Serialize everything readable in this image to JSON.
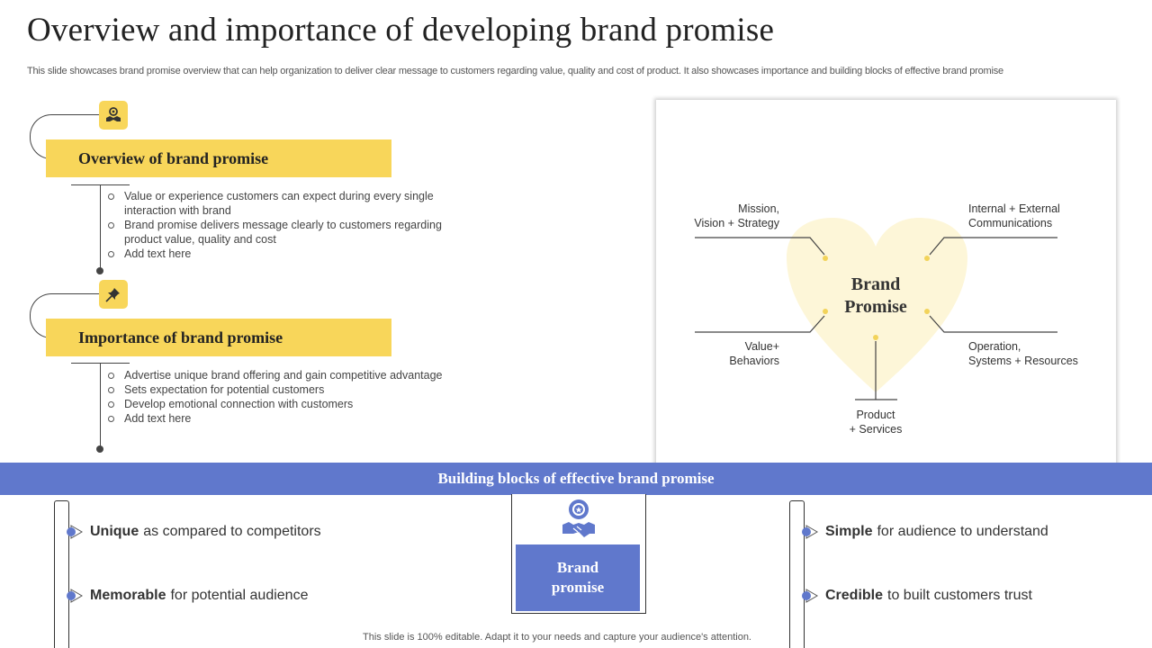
{
  "title": "Overview and importance of developing brand promise",
  "subtitle": "This slide showcases brand promise overview that can help organization to deliver clear message to customers regarding value, quality and cost of product. It also showcases importance and building blocks of effective brand promise",
  "sections": [
    {
      "icon": "handshake-gear-icon",
      "heading": "Overview of brand promise",
      "bullets": [
        "Value or experience customers can expect during every single interaction with brand",
        "Brand promise delivers message clearly to customers regarding product value, quality and cost",
        "Add text here"
      ]
    },
    {
      "icon": "pushpin-icon",
      "heading": "Importance of brand promise",
      "bullets": [
        "Advertise unique brand offering and gain competitive advantage",
        "Sets expectation for potential customers",
        "Develop emotional connection with customers",
        "Add text here"
      ]
    }
  ],
  "heart": {
    "center_line1": "Brand",
    "center_line2": "Promise",
    "labels": {
      "top_left_1": "Mission,",
      "top_left_2": "Vision + Strategy",
      "top_right_1": "Internal  + External",
      "top_right_2": "Communications",
      "bottom_left_1": "Value+",
      "bottom_left_2": "Behaviors",
      "bottom_right_1": "Operation,",
      "bottom_right_2": "Systems + Resources",
      "bottom_1": "Product",
      "bottom_2": "+ Services"
    }
  },
  "building_blocks": {
    "banner": "Building blocks of effective brand promise",
    "center_line1": "Brand",
    "center_line2": "promise",
    "items": [
      {
        "bold": "Unique",
        "rest": "as compared to competitors"
      },
      {
        "bold": "Memorable",
        "rest": "for potential audience"
      },
      {
        "bold": "Simple",
        "rest": "for audience to understand"
      },
      {
        "bold": "Credible",
        "rest": "to built customers trust"
      }
    ]
  },
  "footer": "This slide is 100% editable. Adapt it to your needs and capture your audience's attention.",
  "colors": {
    "yellow": "#f8d65a",
    "heart": "#fdf6d8",
    "blue": "#6078cc",
    "text": "#333333"
  }
}
